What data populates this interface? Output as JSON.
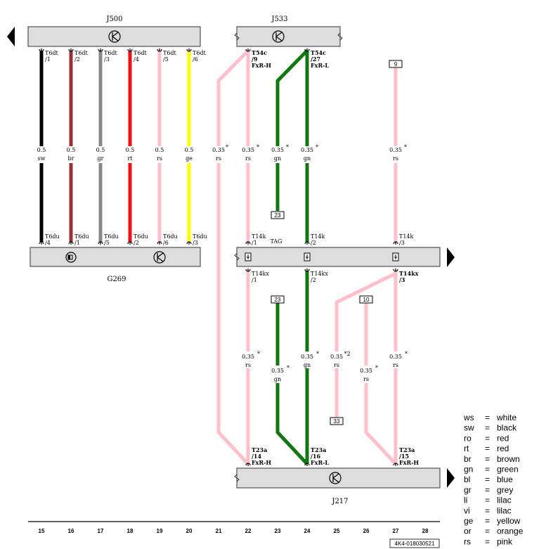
{
  "colors": {
    "sw": "#000000",
    "br": "#993333",
    "gr": "#888888",
    "rt": "#ee1111",
    "rs": "#ffc0cb",
    "ge": "#ffff00",
    "gn": "#117711",
    "box": "#dddddd"
  },
  "components": {
    "j500": "J500",
    "j533": "J533",
    "g269": "G269",
    "j217": "J217",
    "tag": "TAG"
  },
  "wires": [
    {
      "id": "w15",
      "color_key": "sw",
      "top": "T6dt\n/1",
      "size": "0.5",
      "code": "sw",
      "star": "",
      "bottom": "T6du\n/4"
    },
    {
      "id": "w16",
      "color_key": "br",
      "top": "T6dt\n/2",
      "size": "0.5",
      "code": "br",
      "star": "",
      "bottom": "T6du\n/1"
    },
    {
      "id": "w17",
      "color_key": "gr",
      "top": "T6dt\n/3",
      "size": "0.5",
      "code": "gr",
      "star": "",
      "bottom": "T6du\n/5"
    },
    {
      "id": "w18",
      "color_key": "rt",
      "top": "T6dt\n/4",
      "size": "0.5",
      "code": "rt",
      "star": "",
      "bottom": "T6du\n/2"
    },
    {
      "id": "w19",
      "color_key": "rs",
      "top": "T6dt\n/5",
      "size": "0.5",
      "code": "rs",
      "star": "",
      "bottom": "T6du\n/6"
    },
    {
      "id": "w20",
      "color_key": "ge",
      "top": "T6dt\n/6",
      "size": "0.5",
      "code": "ge",
      "star": "",
      "bottom": "T6du\n/3"
    },
    {
      "id": "w21",
      "color_key": "rs",
      "size": "0.35",
      "code": "rs",
      "star": "*"
    },
    {
      "id": "w22a",
      "color_key": "rs",
      "top": "T54c\n/9\nFxR-H",
      "size": "0.35",
      "code": "rs",
      "star": "*",
      "bottom": "T14k\n/1"
    },
    {
      "id": "w23a",
      "color_key": "gn",
      "size": "0.35",
      "code": "gn",
      "star": "*"
    },
    {
      "id": "w24a",
      "color_key": "gn",
      "top": "T54c\n/27\nFxR-L",
      "size": "0.35",
      "code": "gn",
      "star": "*",
      "bottom": "T14k\n/2"
    },
    {
      "id": "w27a",
      "color_key": "rs",
      "size": "0.35",
      "code": "rs",
      "star": "*",
      "bottom": "T14k\n/3"
    },
    {
      "id": "w22b",
      "color_key": "rs",
      "top": "T14kx\n/1",
      "size": "0.35",
      "code": "rs",
      "star": "*",
      "bottom": "T23a\n/14\nFxR-H"
    },
    {
      "id": "w23b",
      "color_key": "gn",
      "size": "0.35",
      "code": "gn",
      "star": "*"
    },
    {
      "id": "w24b",
      "color_key": "gn",
      "top": "T14kx\n/2",
      "size": "0.35",
      "code": "gn",
      "star": "*",
      "bottom": "T23a\n/16\nFxR-L"
    },
    {
      "id": "w25b",
      "color_key": "rs",
      "size": "0.35",
      "code": "rs",
      "star": "*2"
    },
    {
      "id": "w26b",
      "color_key": "rs",
      "size": "0.35",
      "code": "rs",
      "star": "*"
    },
    {
      "id": "w27b",
      "color_key": "rs",
      "top": "T14kx\n/3",
      "size": "0.35",
      "code": "rs",
      "star": "*",
      "bottom": "T23a\n/15\nFxR-H"
    }
  ],
  "refs": [
    "9",
    "23",
    "23",
    "10",
    "33"
  ],
  "columns": [
    "15",
    "16",
    "17",
    "18",
    "19",
    "20",
    "21",
    "22",
    "23",
    "24",
    "25",
    "26",
    "27",
    "28"
  ],
  "legend": [
    {
      "code": "ws",
      "eq": "=",
      "name": "white"
    },
    {
      "code": "sw",
      "eq": "=",
      "name": "black"
    },
    {
      "code": "ro",
      "eq": "=",
      "name": "red"
    },
    {
      "code": "rt",
      "eq": "=",
      "name": "red"
    },
    {
      "code": "br",
      "eq": "=",
      "name": "brown"
    },
    {
      "code": "gn",
      "eq": "=",
      "name": "green"
    },
    {
      "code": "bl",
      "eq": "=",
      "name": "blue"
    },
    {
      "code": "gr",
      "eq": "=",
      "name": "grey"
    },
    {
      "code": "li",
      "eq": "=",
      "name": "lilac"
    },
    {
      "code": "vi",
      "eq": "=",
      "name": "lilac"
    },
    {
      "code": "ge",
      "eq": "=",
      "name": "yellow"
    },
    {
      "code": "or",
      "eq": "=",
      "name": "orange"
    },
    {
      "code": "rs",
      "eq": "=",
      "name": "pink"
    }
  ],
  "doc_number": "4K4-018030521"
}
